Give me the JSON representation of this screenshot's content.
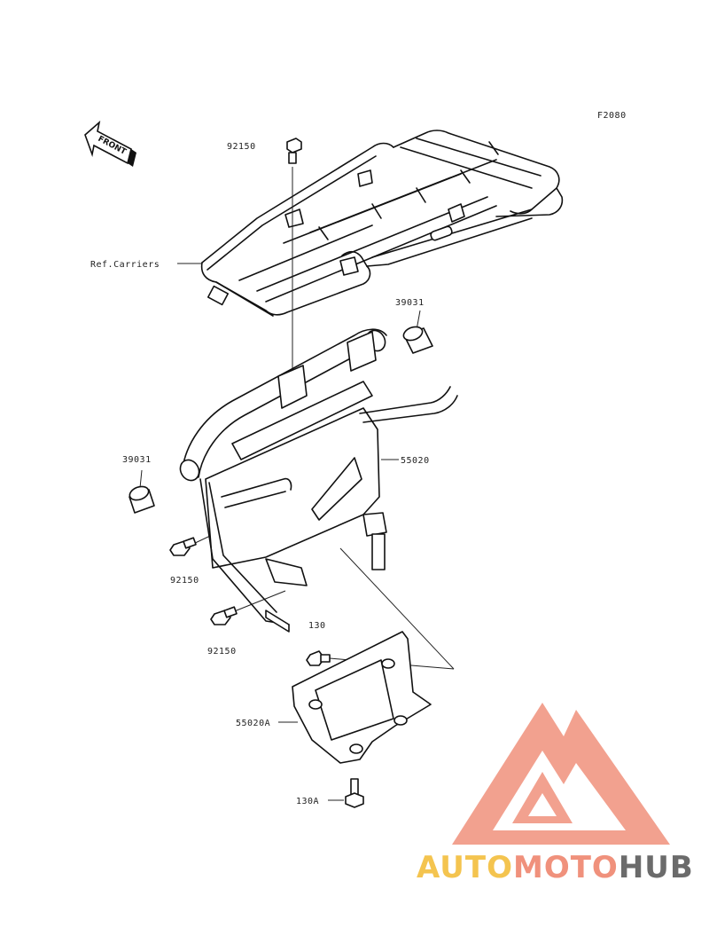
{
  "diagram": {
    "code": "F2080",
    "front_label": "FRONT",
    "labels": {
      "bolt_top": "92150",
      "carrier_ref": "Ref.Carriers",
      "bushing_right": "39031",
      "bushing_left": "39031",
      "frame": "55020",
      "bolt_mid": "92150",
      "bolt_low": "92150",
      "bolt_130": "130",
      "skid_plate": "55020A",
      "bolt_130a": "130A"
    }
  },
  "watermark": {
    "part1": "AUTO",
    "part2": "MOTO",
    "part3": "HUB",
    "colors": {
      "yellow": "#f4c44f",
      "salmon": "#f0917c",
      "gray": "#6b6b6b"
    }
  }
}
